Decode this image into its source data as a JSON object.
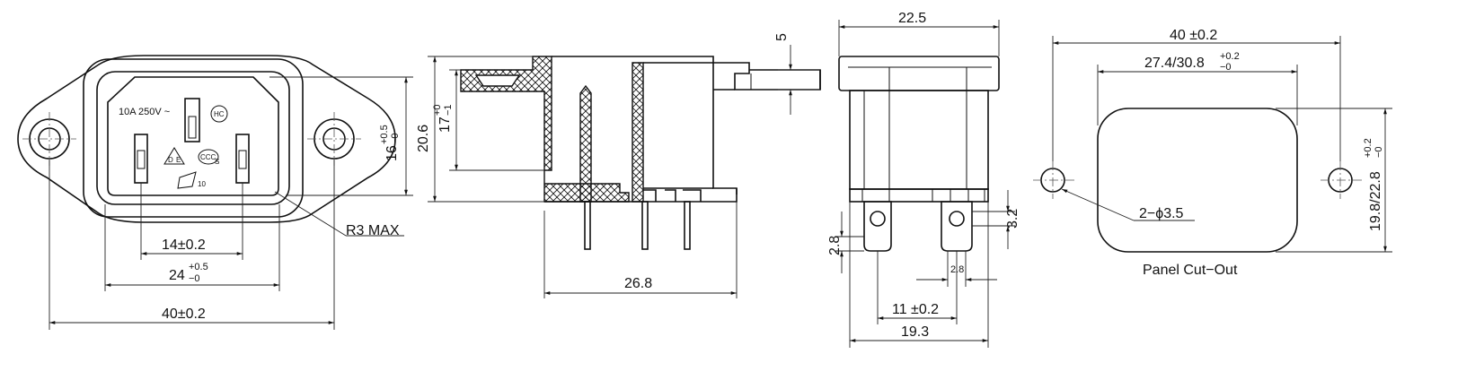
{
  "front_view": {
    "rating": "10A 250V ~",
    "hc_mark": "HC",
    "cert_de": "D",
    "cert_e": "E",
    "cert_ccc": "CCC",
    "cert_s": "S",
    "cert_num": "10",
    "pin_spacing": "14±0.2",
    "opening_width": "24",
    "opening_tol_plus": "+0.5",
    "opening_tol_minus": "−0",
    "overall_width": "40±0.2",
    "height": "16",
    "height_tol_plus": "+0.5",
    "height_tol_minus": "−0",
    "radius_label": "R3 MAX"
  },
  "side_view": {
    "overall_height": "20.6",
    "inner_height": "17",
    "inner_tol_plus": "+0",
    "inner_tol_minus": "−1",
    "depth": "26.8",
    "flange": "5"
  },
  "rear_view": {
    "width": "22.5",
    "tab_height": "2.8",
    "tab_offset": "3.2",
    "tab_width": "2.8",
    "tab_spacing": "11 ±0.2",
    "overall_width": "19.3"
  },
  "cutout": {
    "overall_width": "40 ±0.2",
    "width_main": "27.4/30.8",
    "width_tol_plus": "+0.2",
    "width_tol_minus": "−0",
    "height_main": "19.8/22.8",
    "height_tol_plus": "+0.2",
    "height_tol_minus": "−0",
    "holes": "2−ϕ3.5",
    "caption": "Panel Cut−Out"
  }
}
